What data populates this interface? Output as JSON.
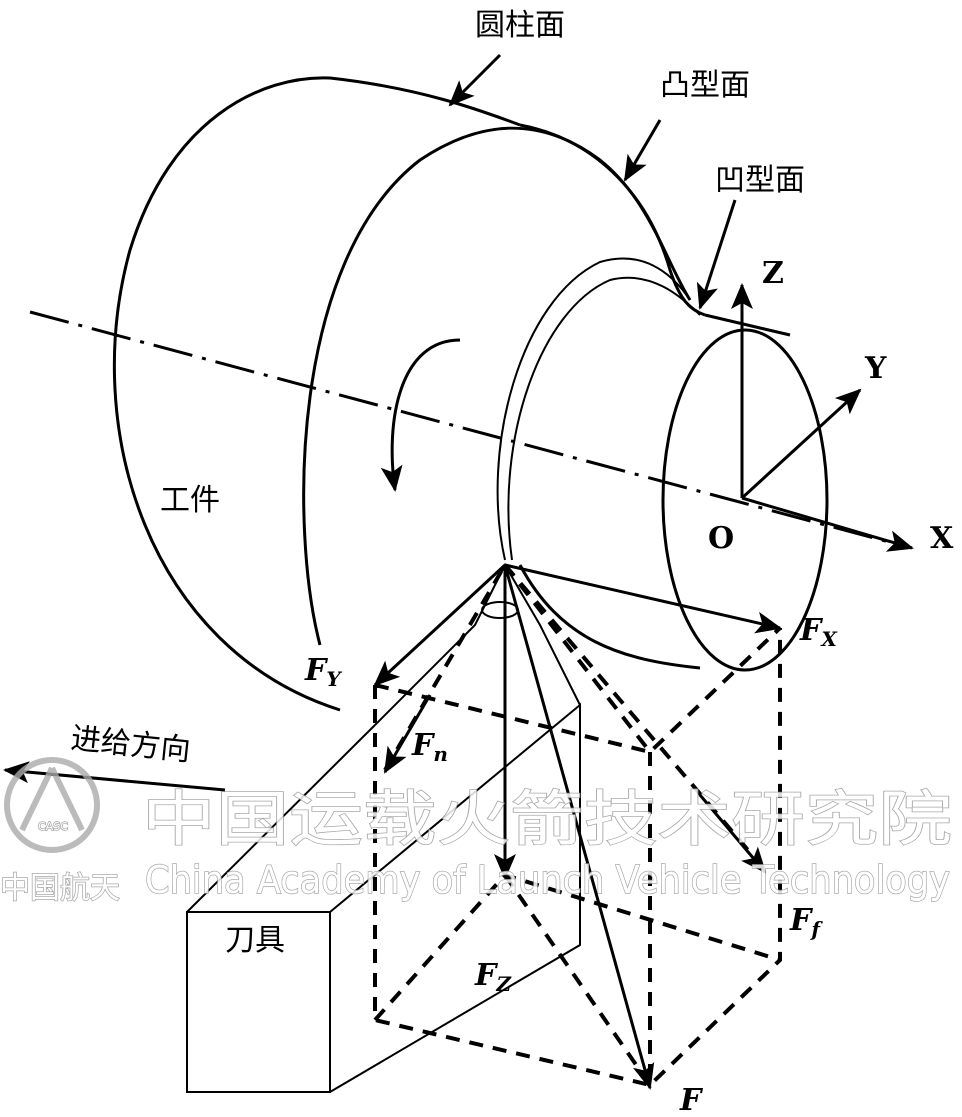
{
  "labels": {
    "cylinder_surface": "圆柱面",
    "convex_surface": "凸型面",
    "concave_surface": "凹型面",
    "workpiece": "工件",
    "feed_direction": "进给方向",
    "tool": "刀具",
    "axis_x": "X",
    "axis_y": "Y",
    "axis_z": "Z",
    "origin": "O",
    "force_x": "F",
    "force_x_sub": "X",
    "force_y": "F",
    "force_y_sub": "Y",
    "force_z": "F",
    "force_z_sub": "Z",
    "force_n": "F",
    "force_n_sub": "n",
    "force_f": "F",
    "force_f_sub": "f",
    "force_total": "F"
  },
  "watermark": {
    "cn": "中国运载火箭技术研究院",
    "en": "China Academy of Launch Vehicle Technology",
    "brand": "中国航天",
    "logo_text": "CASC"
  }
}
